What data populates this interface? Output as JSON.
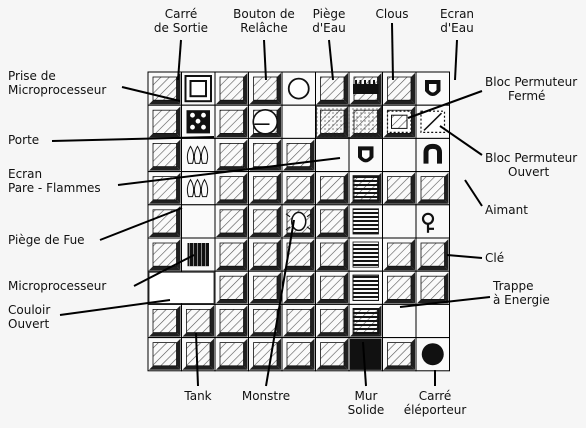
{
  "labels": {
    "carre_sortie": [
      "Carré",
      "de Sortie"
    ],
    "bouton_relache": [
      "Bouton de",
      "Relâche"
    ],
    "piege_eau": [
      "Piège",
      "d'Eau"
    ],
    "clous": [
      "Clous"
    ],
    "ecran_eau": [
      "Ecran",
      "d'Eau"
    ],
    "prise_micro": [
      "Prise  de",
      "Microprocesseur"
    ],
    "bloc_ferme": [
      "Bloc Permuteur",
      "Fermé"
    ],
    "porte": [
      "Porte"
    ],
    "ecran_flammes": [
      "Ecran",
      "Pare - Flammes"
    ],
    "bloc_ouvert": [
      "Bloc Permuteur",
      "Ouvert"
    ],
    "aimant": [
      "Aimant"
    ],
    "piege_feu": [
      "Piège de Fue"
    ],
    "cle": [
      "Clé"
    ],
    "microprocesseur": [
      "Microprocesseur"
    ],
    "trappe_energie": [
      "Trappe",
      "à Energie"
    ],
    "couloir_ouvert": [
      "Couloir",
      "Ouvert"
    ],
    "tank": [
      "Tank"
    ],
    "monstre": [
      "Monstre"
    ],
    "mur_solide": [
      "Mur",
      "Solide"
    ],
    "carre_teleporteur": [
      "Carré",
      "éléporteur"
    ]
  }
}
